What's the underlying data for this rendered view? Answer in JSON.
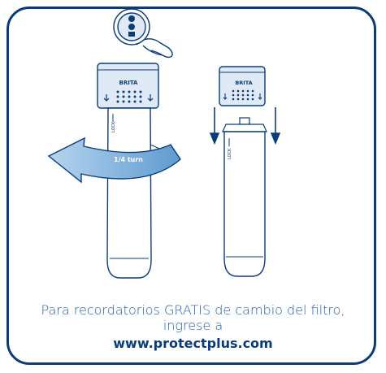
{
  "illustration": {
    "brand_left": "BRITA",
    "brand_right": "BRITA",
    "lock_left": "LOCK",
    "lock_right": "LOCK",
    "turn_label": "1/4 turn"
  },
  "caption": {
    "line1": "Para recordatorios GRATIS de cambio del filtro,",
    "line2": "ingrese a",
    "url": "www.protectplus.com"
  },
  "colors": {
    "frame": "#0b3c7a",
    "ink": "#1f5fa8",
    "fill": "#dfeaf6",
    "arrow": "#7fb2dc"
  }
}
